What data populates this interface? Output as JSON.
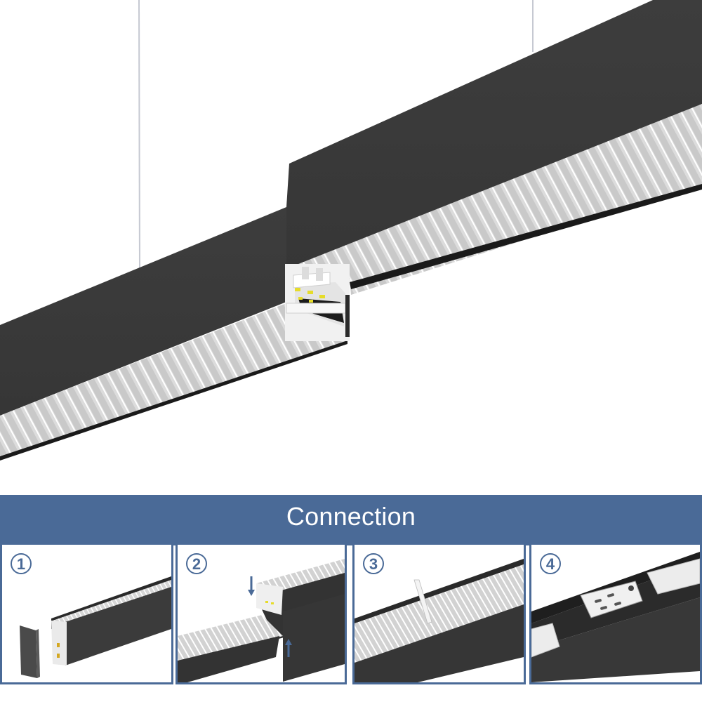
{
  "hero": {
    "description": "Suspended black linear LED pendant with white louver diffuser, stepped joint showing internal connector",
    "colors": {
      "housing": "#3a3a3a",
      "louver": "#d9d9d9",
      "cable": "#c8cbd4",
      "led": "#e6dc2a"
    }
  },
  "connection": {
    "title": "Connection",
    "band_color": "#4a6a97",
    "steps": [
      {
        "number": "1",
        "caption_icon": "end-cap-removal"
      },
      {
        "number": "2",
        "caption_icon": "slide-join-arrows"
      },
      {
        "number": "3",
        "caption_icon": "louver-insert"
      },
      {
        "number": "4",
        "caption_icon": "bracket-connector"
      }
    ]
  }
}
